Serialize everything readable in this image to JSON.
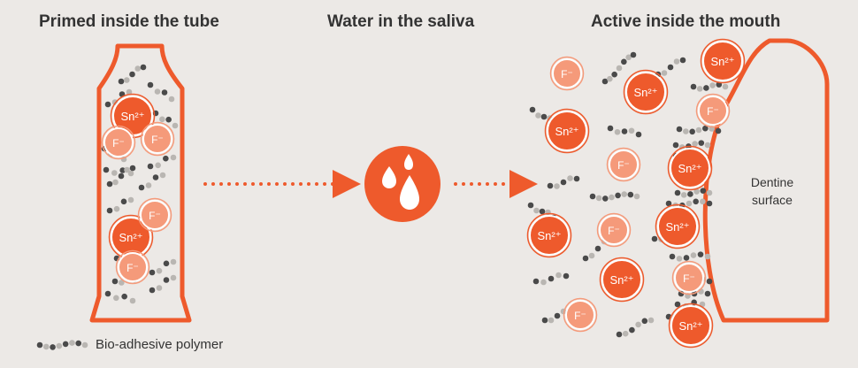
{
  "headings": {
    "primed": "Primed inside the tube",
    "water": "Water in the saliva",
    "active": "Active inside the mouth"
  },
  "labels": {
    "tin": "Sn²⁺",
    "fluoride": "F⁻",
    "dentine": [
      "Dentine",
      "surface"
    ]
  },
  "legend": {
    "polymer": "Bio-adhesive polymer"
  },
  "colors": {
    "orange": "#ee5a2c",
    "light_orange": "#f59a7a",
    "polymer_dark": "#4a4a4a",
    "polymer_light": "#b9b6b2",
    "background": "#ece9e6",
    "text": "#333333"
  },
  "icons": [
    "water-drops-icon",
    "arrow-right-icon"
  ]
}
